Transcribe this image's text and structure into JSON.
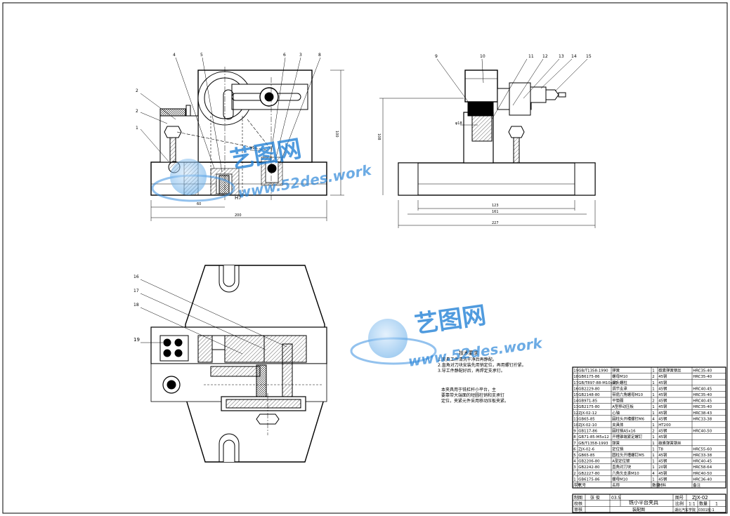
{
  "watermark": {
    "brand": "艺图网",
    "url": "www.52des.work"
  },
  "tech_requirements": {
    "title": "技术要求",
    "items": [
      "1.夹具工件清洗干净后再静配。",
      "2.直角对刀块安装先用销定位，再用螺钉拧紧。",
      "3.导工件静配好后，再焊定支承钉。"
    ],
    "note": [
      "本夹具用于铣杠杆小平台，主",
      "要靠带大端面的短圆柱销和支承钉",
      "定位，夹紧元件采用移动压板夹紧。"
    ]
  },
  "callouts": {
    "front": [
      "1",
      "2",
      "2",
      "4",
      "5",
      "6",
      "3",
      "8"
    ],
    "side": [
      "9",
      "10",
      "11",
      "12",
      "13",
      "14",
      "15"
    ],
    "top": [
      "16",
      "17",
      "18",
      "19"
    ]
  },
  "dimensions": {
    "front_height": "100",
    "front_fit": "H7",
    "front_phi": "φ12",
    "front_60": "60",
    "front_200": "200",
    "side_height": "108",
    "side_phi": "φ18",
    "side_123": "123",
    "side_161": "161",
    "side_227": "227"
  },
  "bom": {
    "rows": [
      [
        "19",
        "GB/T1358-1990",
        "弹簧",
        "1",
        "碳素弹簧钢丝",
        "HRC35-40"
      ],
      [
        "18",
        "GB6175-86",
        "螺母M10",
        "2",
        "45钢",
        "HRC35-40"
      ],
      [
        "17",
        "GB/T897-88-M10x95",
        "双头螺柱",
        "1",
        "45钢",
        ""
      ],
      [
        "16",
        "GB2229-80",
        "调节支承",
        "1",
        "45钢",
        "HRC40-45"
      ],
      [
        "15",
        "GB2148-80",
        "带肩六角螺母M10",
        "1",
        "45钢",
        "HRC35-40"
      ],
      [
        "14",
        "GB971-85",
        "平垫圈",
        "2",
        "45钢",
        "HRC40-45"
      ],
      [
        "13",
        "GB2175-80",
        "A型移动压板",
        "1",
        "45钢",
        "HRC35-40"
      ],
      [
        "12",
        "ZJX-02-12",
        "心轴",
        "1",
        "45钢",
        "HRC38-43"
      ],
      [
        "11",
        "GB65-85",
        "圆柱头开槽螺钉M6",
        "4",
        "45钢",
        "HRC33-38"
      ],
      [
        "10",
        "ZJX-02-10",
        "夹具体",
        "1",
        "HT200",
        ""
      ],
      [
        "9",
        "GB117-86",
        "圆柱销A5x16",
        "2",
        "45钢",
        "HRC40-50"
      ],
      [
        "8",
        "GB71-85-M5x12",
        "开槽锥端紧定螺钉",
        "1",
        "45钢",
        ""
      ],
      [
        "7",
        "GB/T1358-1993",
        "弹簧",
        "1",
        "碳素弹簧钢丝",
        ""
      ],
      [
        "6",
        "ZJX-02-6",
        "定位销",
        "1",
        "T8",
        "HRC55-60"
      ],
      [
        "5",
        "GB65-85",
        "圆柱头开槽螺钉M5",
        "1",
        "45钢",
        "HRC33-38"
      ],
      [
        "4",
        "GB2206-80",
        "A型定位键",
        "1",
        "45钢",
        "HRC40-45"
      ],
      [
        "3",
        "GB2242-80",
        "直角对刀块",
        "1",
        "20钢",
        "HRC58-64"
      ],
      [
        "2",
        "GB2227-80",
        "六角头支承M10",
        "4",
        "45钢",
        "HRC40-50"
      ],
      [
        "1",
        "GB6175-86",
        "螺母M10",
        "1",
        "45钢",
        "HRC36-40"
      ]
    ],
    "header": [
      "序号",
      "代号",
      "名称",
      "数量",
      "材料",
      "备注"
    ],
    "title_block": {
      "drawing_title": "铣小平台夹具",
      "drawing_no_label": "图号",
      "drawing_no": "ZJX-02",
      "role_design": "制图",
      "name_design": "张 俊",
      "role_check": "校核",
      "role_audit": "审核",
      "date": "03.5",
      "scale_label": "比例",
      "scale": "1:1",
      "sheets_label": "数量",
      "sheets": "1",
      "drawing_kind": "装配图",
      "school": "湖北汽车学院",
      "class": "0301班-1"
    }
  }
}
